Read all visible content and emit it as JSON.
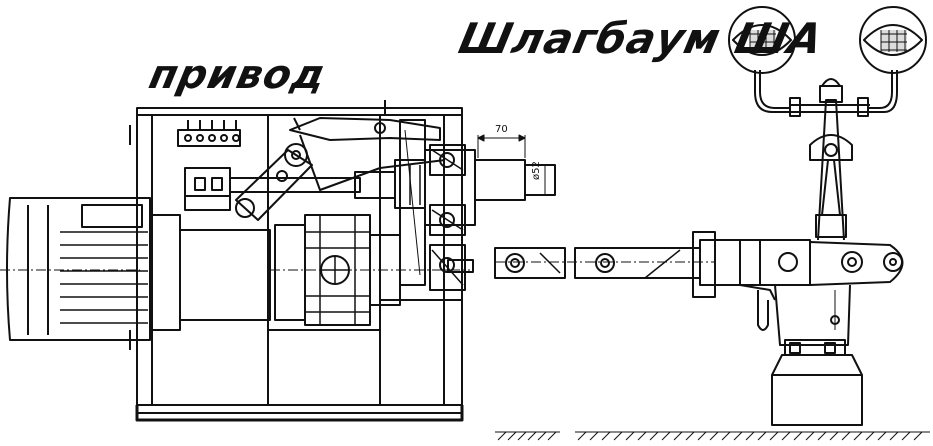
{
  "labels": {
    "drive": "привод",
    "title": "Шлагбаум ША"
  },
  "dimensions": {
    "length": "70",
    "diameter": "ø52"
  },
  "colors": {
    "ink": "#111111",
    "paper": "#ffffff"
  }
}
